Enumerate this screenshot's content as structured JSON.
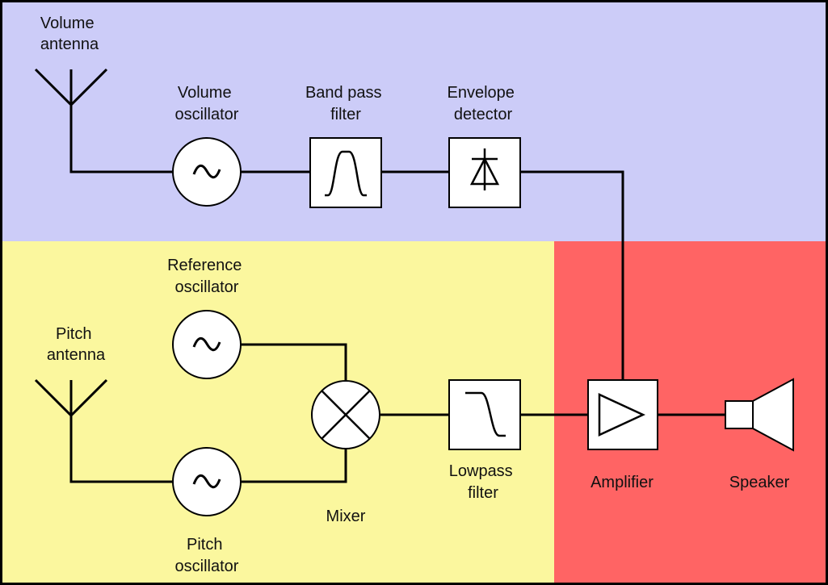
{
  "regions": {
    "volume": {
      "color": "#ccccf8"
    },
    "pitch": {
      "color": "#fbf79e"
    },
    "output": {
      "color": "#ff6464"
    }
  },
  "labels": {
    "volume_antenna": [
      "Volume",
      "antenna"
    ],
    "volume_oscillator": [
      "Volume",
      "oscillator"
    ],
    "band_pass_filter": [
      "Band pass",
      "filter"
    ],
    "envelope_detector": [
      "Envelope",
      "detector"
    ],
    "reference_oscillator": [
      "Reference",
      "oscillator"
    ],
    "pitch_antenna": [
      "Pitch",
      "antenna"
    ],
    "mixer": "Mixer",
    "lowpass_filter": [
      "Lowpass",
      "filter"
    ],
    "amplifier": "Amplifier",
    "speaker": "Speaker",
    "pitch_oscillator": [
      "Pitch",
      "oscillator"
    ]
  },
  "icons": {
    "oscillator": "sine-wave",
    "band_pass_filter": "band-pass-curve",
    "envelope_detector": "diode",
    "mixer": "multiplier-cross",
    "lowpass_filter": "low-pass-curve",
    "amplifier": "triangle",
    "speaker": "speaker-cone",
    "antenna": "antenna-fork"
  }
}
